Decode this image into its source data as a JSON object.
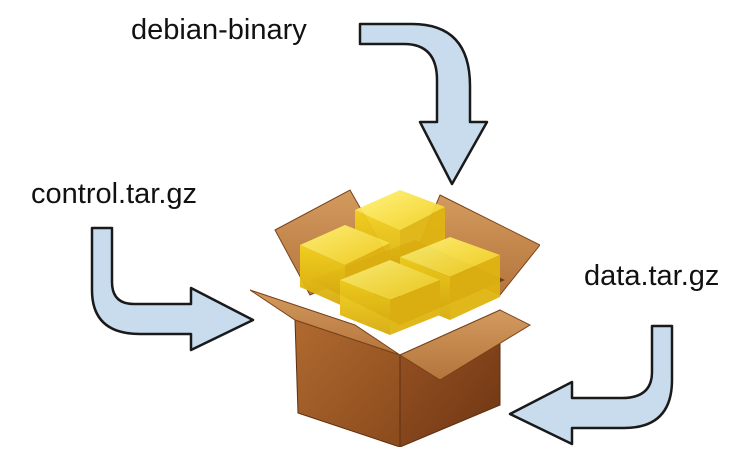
{
  "labels": {
    "debian_binary": "debian-binary",
    "control": "control.tar.gz",
    "data": "data.tar.gz"
  },
  "icons": {
    "package": "package-box-icon",
    "arrow": "curved-arrow-icon"
  },
  "colors": {
    "arrow_fill": "#c9dcee",
    "arrow_stroke": "#1a1a1a",
    "box_brown": "#a9652d",
    "box_dark": "#7a4219",
    "flap": "#c98a4e",
    "cube_yellow": "#f4d31f"
  }
}
